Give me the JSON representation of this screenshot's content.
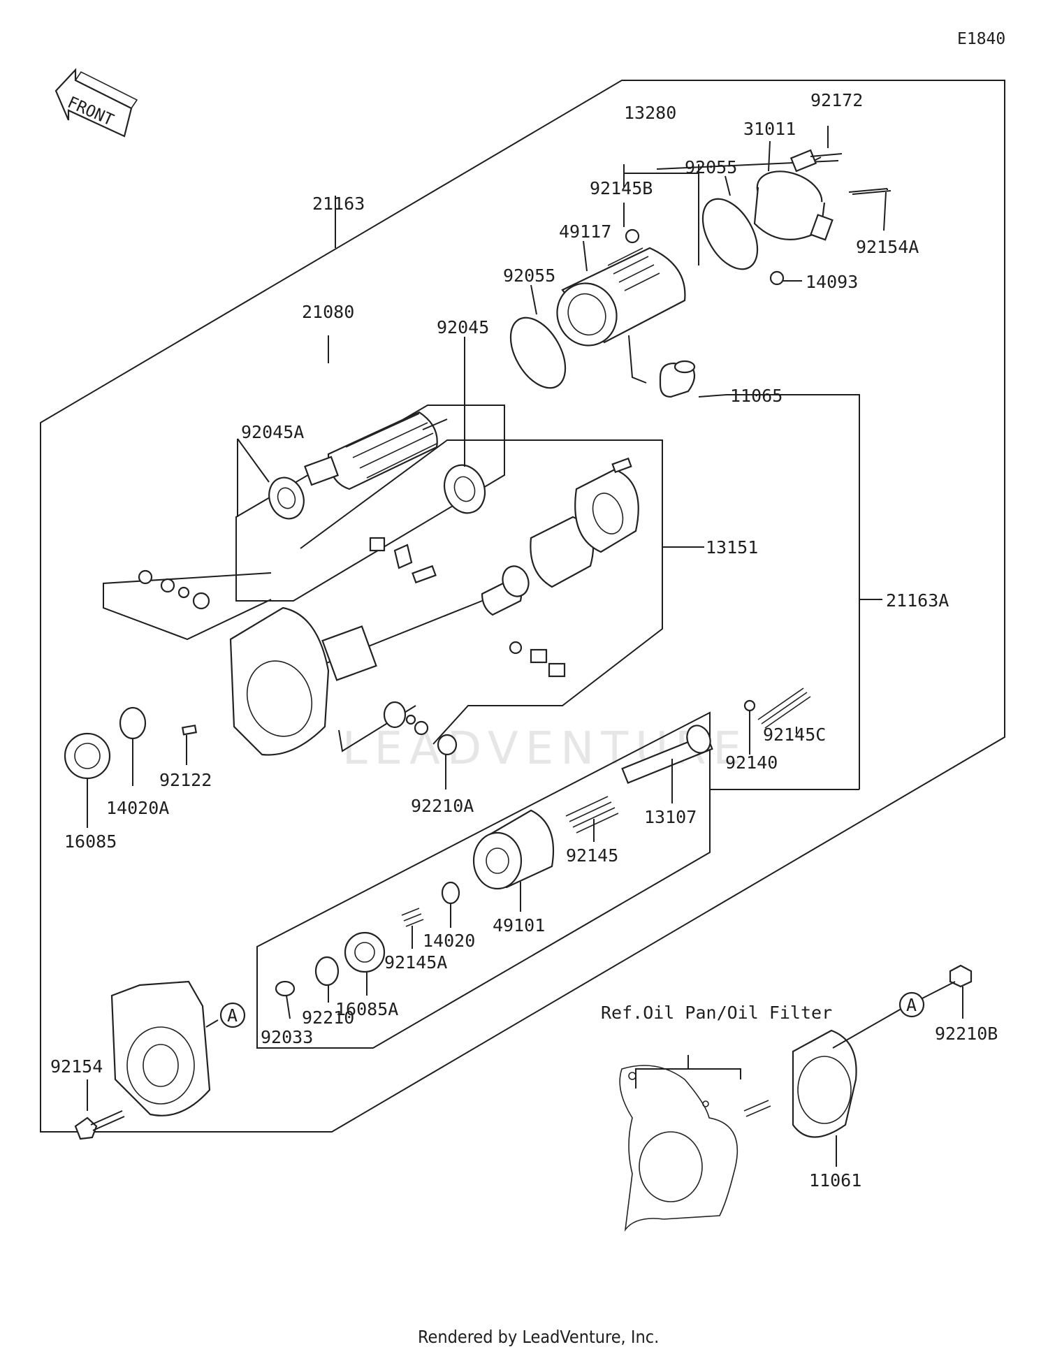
{
  "diagram_code": "E1840",
  "front_label": "FRONT",
  "reference_note": "Ref.Oil Pan/Oil Filter",
  "footer": "Rendered by LeadVenture, Inc.",
  "watermark": "LEADVENTURE",
  "callout_letter": "A",
  "parts": {
    "p13280": "13280",
    "p92172": "92172",
    "p31011": "31011",
    "p92145B": "92145B",
    "p92055a": "92055",
    "p92055b": "92055",
    "p21163": "21163",
    "p49117": "49117",
    "p92154A": "92154A",
    "p14093": "14093",
    "p21080": "21080",
    "p92045": "92045",
    "p11065": "11065",
    "p92045A": "92045A",
    "p13151": "13151",
    "p21163A": "21163A",
    "p92145C": "92145C",
    "p92140": "92140",
    "p92122": "92122",
    "p14020A": "14020A",
    "p92210A": "92210A",
    "p16085": "16085",
    "p13107": "13107",
    "p92145": "92145",
    "p49101": "49101",
    "p14020": "14020",
    "p92145A": "92145A",
    "p16085A": "16085A",
    "p92210": "92210",
    "p92033": "92033",
    "p92210B": "92210B",
    "p92154": "92154",
    "p11061": "11061"
  }
}
